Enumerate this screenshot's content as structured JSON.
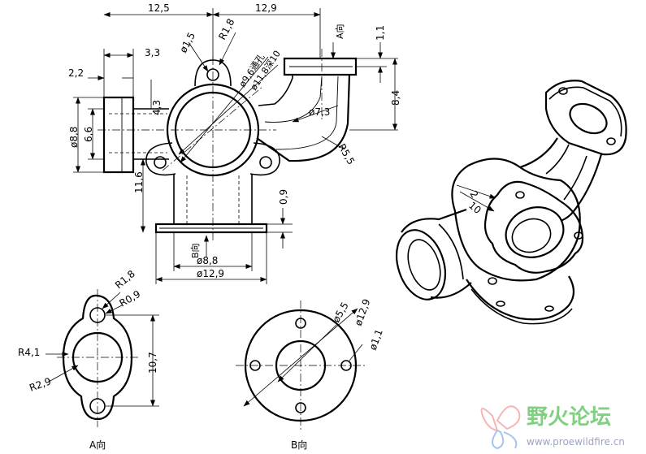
{
  "main_view": {
    "dims": {
      "d12_5": "12,5",
      "d12_9": "12,9",
      "d3_3": "3,3",
      "d2_2": "2,2",
      "d1_1": "1,1",
      "d8_4": "8,4",
      "d8_8_left": "ø8,8",
      "d6_6": "6,6",
      "d4_3": "4,3",
      "d11_6": "11,6",
      "d0_9": "0,9",
      "d_hole15": "ø1,5",
      "r1_8": "R1,8",
      "hole_96": "ø9,6通孔",
      "hole_118": "ø11,8深10",
      "d7_3": "ø7,3",
      "r5_5": "R5,5",
      "d8_8_bottom": "ø8,8",
      "d12_9_bottom": "ø12,9"
    },
    "view_markers": {
      "a_dir": "A向",
      "b_dir": "B向"
    }
  },
  "view_a": {
    "label": "A向",
    "dims": {
      "r1_8": "R1,8",
      "r0_9": "R0,9",
      "r4_1": "R4,1",
      "r2_9": "R2,9",
      "h10_7": "10,7"
    }
  },
  "view_b": {
    "label": "B向",
    "dims": {
      "d5_5": "ø5,5",
      "d12_9": "ø12,9",
      "d1_1": "ø1,1"
    }
  },
  "iso_view": {
    "dims": {
      "d2": "2",
      "d10": "10"
    }
  },
  "watermark": {
    "text": "野火论坛",
    "url": "www.proewildfire.cn"
  }
}
